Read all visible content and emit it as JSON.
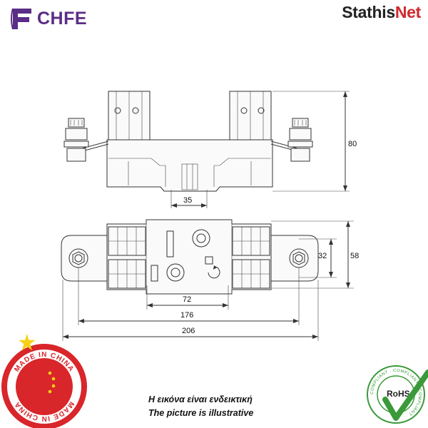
{
  "brand": {
    "chfe": "CHFE",
    "stathis_part1": "Stathis",
    "stathis_part2": "Net"
  },
  "dimensions": {
    "height": "80",
    "slot_width": "35",
    "hole_spacing": "32",
    "width": "58",
    "inner_length": "72",
    "mid_length": "176",
    "overall_length": "206"
  },
  "badges": {
    "made_in_china": "MADE IN CHINA",
    "rohs": "RoHS",
    "rohs_ring": "COMPLIANT · COMPLIANT · COMPLIANT"
  },
  "captions": {
    "greek": "Η εικόνα είναι ενδεικτική",
    "english": "The picture is illustrative"
  },
  "colors": {
    "chfe_purple": "#5a2d86",
    "stathis_red": "#d0282e",
    "china_red": "#d8262a",
    "star_yellow": "#f7d117",
    "rohs_green": "#3a9a3a"
  },
  "icons": [
    "chfe-logo-icon",
    "made-in-china-seal-icon",
    "rohs-seal-icon"
  ]
}
